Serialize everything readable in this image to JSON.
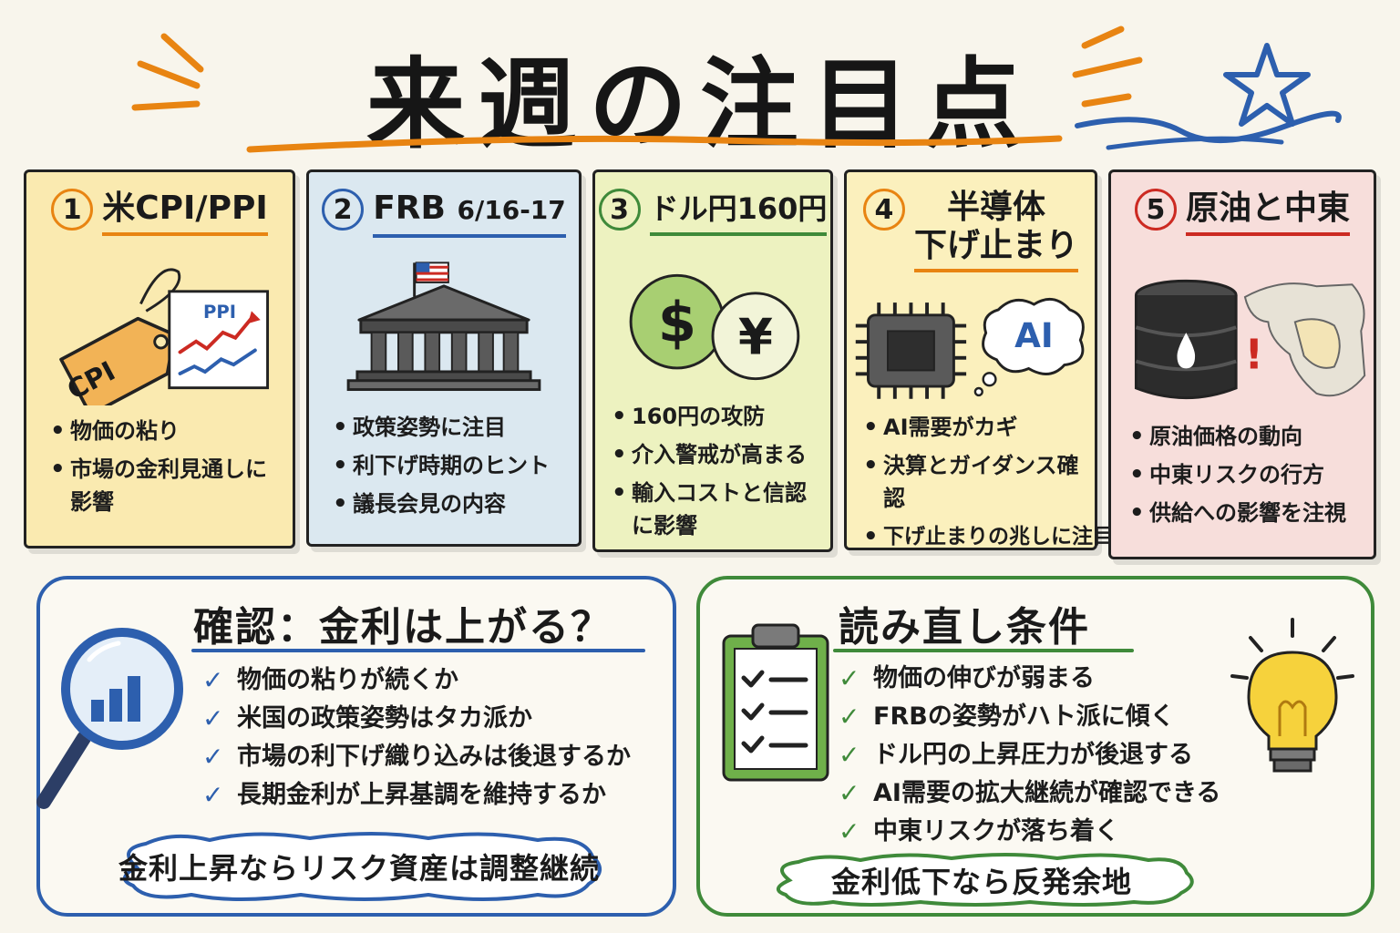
{
  "header": {
    "title": "来週の注目点"
  },
  "cards": [
    {
      "number": "1",
      "title": "米CPI/PPI",
      "illustration": {
        "tag_label": "CPI",
        "chart_label": "PPI"
      },
      "bullets": [
        "物価の粘り",
        "市場の金利見通しに影響"
      ]
    },
    {
      "number": "2",
      "title": "FRB",
      "title_sub": "6/16-17",
      "illustration": {
        "icon": "bank-building-icon"
      },
      "bullets": [
        "政策姿勢に注目",
        "利下げ時期のヒント",
        "議長会見の内容"
      ]
    },
    {
      "number": "3",
      "title": "ドル円160円",
      "illustration": {
        "coin_1": "$",
        "coin_2": "¥"
      },
      "bullets": [
        "160円の攻防",
        "介入警戒が高まる",
        "輸入コストと信認に影響"
      ]
    },
    {
      "number": "4",
      "title_line1": "半導体",
      "title_line2": "下げ止まり",
      "illustration": {
        "bubble_label": "AI"
      },
      "bullets": [
        "AI需要がカギ",
        "決算とガイダンス確認",
        "下げ止まりの兆しに注目"
      ]
    },
    {
      "number": "5",
      "title": "原油と中東",
      "illustration": {
        "alert": "!"
      },
      "bullets": [
        "原油価格の動向",
        "中東リスクの行方",
        "供給への影響を注視"
      ]
    }
  ],
  "panels": {
    "left": {
      "title": "確認：金利は上がる？",
      "checks": [
        "物価の粘りが続くか",
        "米国の政策姿勢はタカ派か",
        "市場の利下げ織り込みは後退するか",
        "長期金利が上昇基調を維持するか"
      ],
      "conclusion": "金利上昇ならリスク資産は調整継続"
    },
    "right": {
      "title": "読み直し条件",
      "checks": [
        "物価の伸びが弱まる",
        "FRBの姿勢がハト派に傾く",
        "ドル円の上昇圧力が後退する",
        "AI需要の拡大継続が確認できる",
        "中東リスクが落ち着く"
      ],
      "conclusion": "金利低下なら反発余地"
    }
  },
  "colors": {
    "orange": "#e88412",
    "blue": "#2d5fae",
    "green": "#3f8a3a",
    "red": "#cc2a22",
    "card1_bg": "#faeab0",
    "card2_bg": "#dbe8f0",
    "card3_bg": "#edf2c0",
    "card4_bg": "#fbf0bd",
    "card5_bg": "#f7dedb"
  },
  "check_symbol": "✓"
}
